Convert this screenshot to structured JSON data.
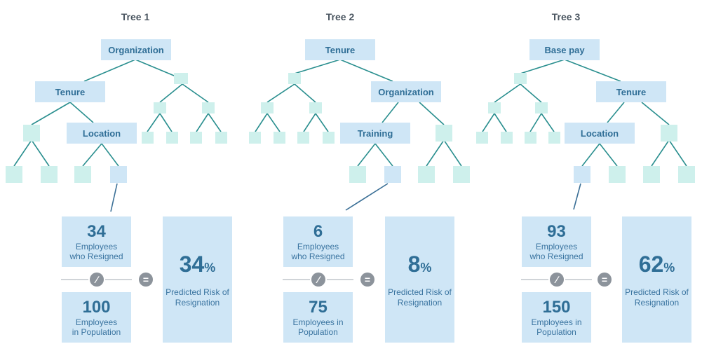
{
  "colors": {
    "edge": "#2a8f8f",
    "leaf": "#cef0ec",
    "label_box": "#cfe6f6",
    "operator": "#8c939b"
  },
  "trees": [
    {
      "title": "Tree 1",
      "labels": {
        "root": "Organization",
        "left": "Tenure",
        "deep": "Location"
      },
      "resigned": {
        "value": "34",
        "label_line1": "Employees",
        "label_line2": "who Resigned"
      },
      "population": {
        "value": "100",
        "label_line1": "Employees",
        "label_line2": "in Population"
      },
      "risk": {
        "value": "34",
        "unit": "%",
        "label_line1": "Predicted Risk of",
        "label_line2": "Resignation"
      }
    },
    {
      "title": "Tree 2",
      "labels": {
        "root": "Tenure",
        "right": "Organization",
        "deep": "Training"
      },
      "resigned": {
        "value": "6",
        "label_line1": "Employees",
        "label_line2": "who Resigned"
      },
      "population": {
        "value": "75",
        "label_line1": "Employees in",
        "label_line2": "Population"
      },
      "risk": {
        "value": "8",
        "unit": "%",
        "label_line1": "Predicted Risk of",
        "label_line2": "Resignation"
      }
    },
    {
      "title": "Tree 3",
      "labels": {
        "root": "Base pay",
        "right": "Tenure",
        "deep": "Location"
      },
      "resigned": {
        "value": "93",
        "label_line1": "Employees",
        "label_line2": "who Resigned"
      },
      "population": {
        "value": "150",
        "label_line1": "Employees in",
        "label_line2": "Population"
      },
      "risk": {
        "value": "62",
        "unit": "%",
        "label_line1": "Predicted Risk of",
        "label_line2": "Resignation"
      }
    }
  ],
  "operators": {
    "divide_icon": "divide-icon",
    "equals_icon": "equals-icon"
  }
}
